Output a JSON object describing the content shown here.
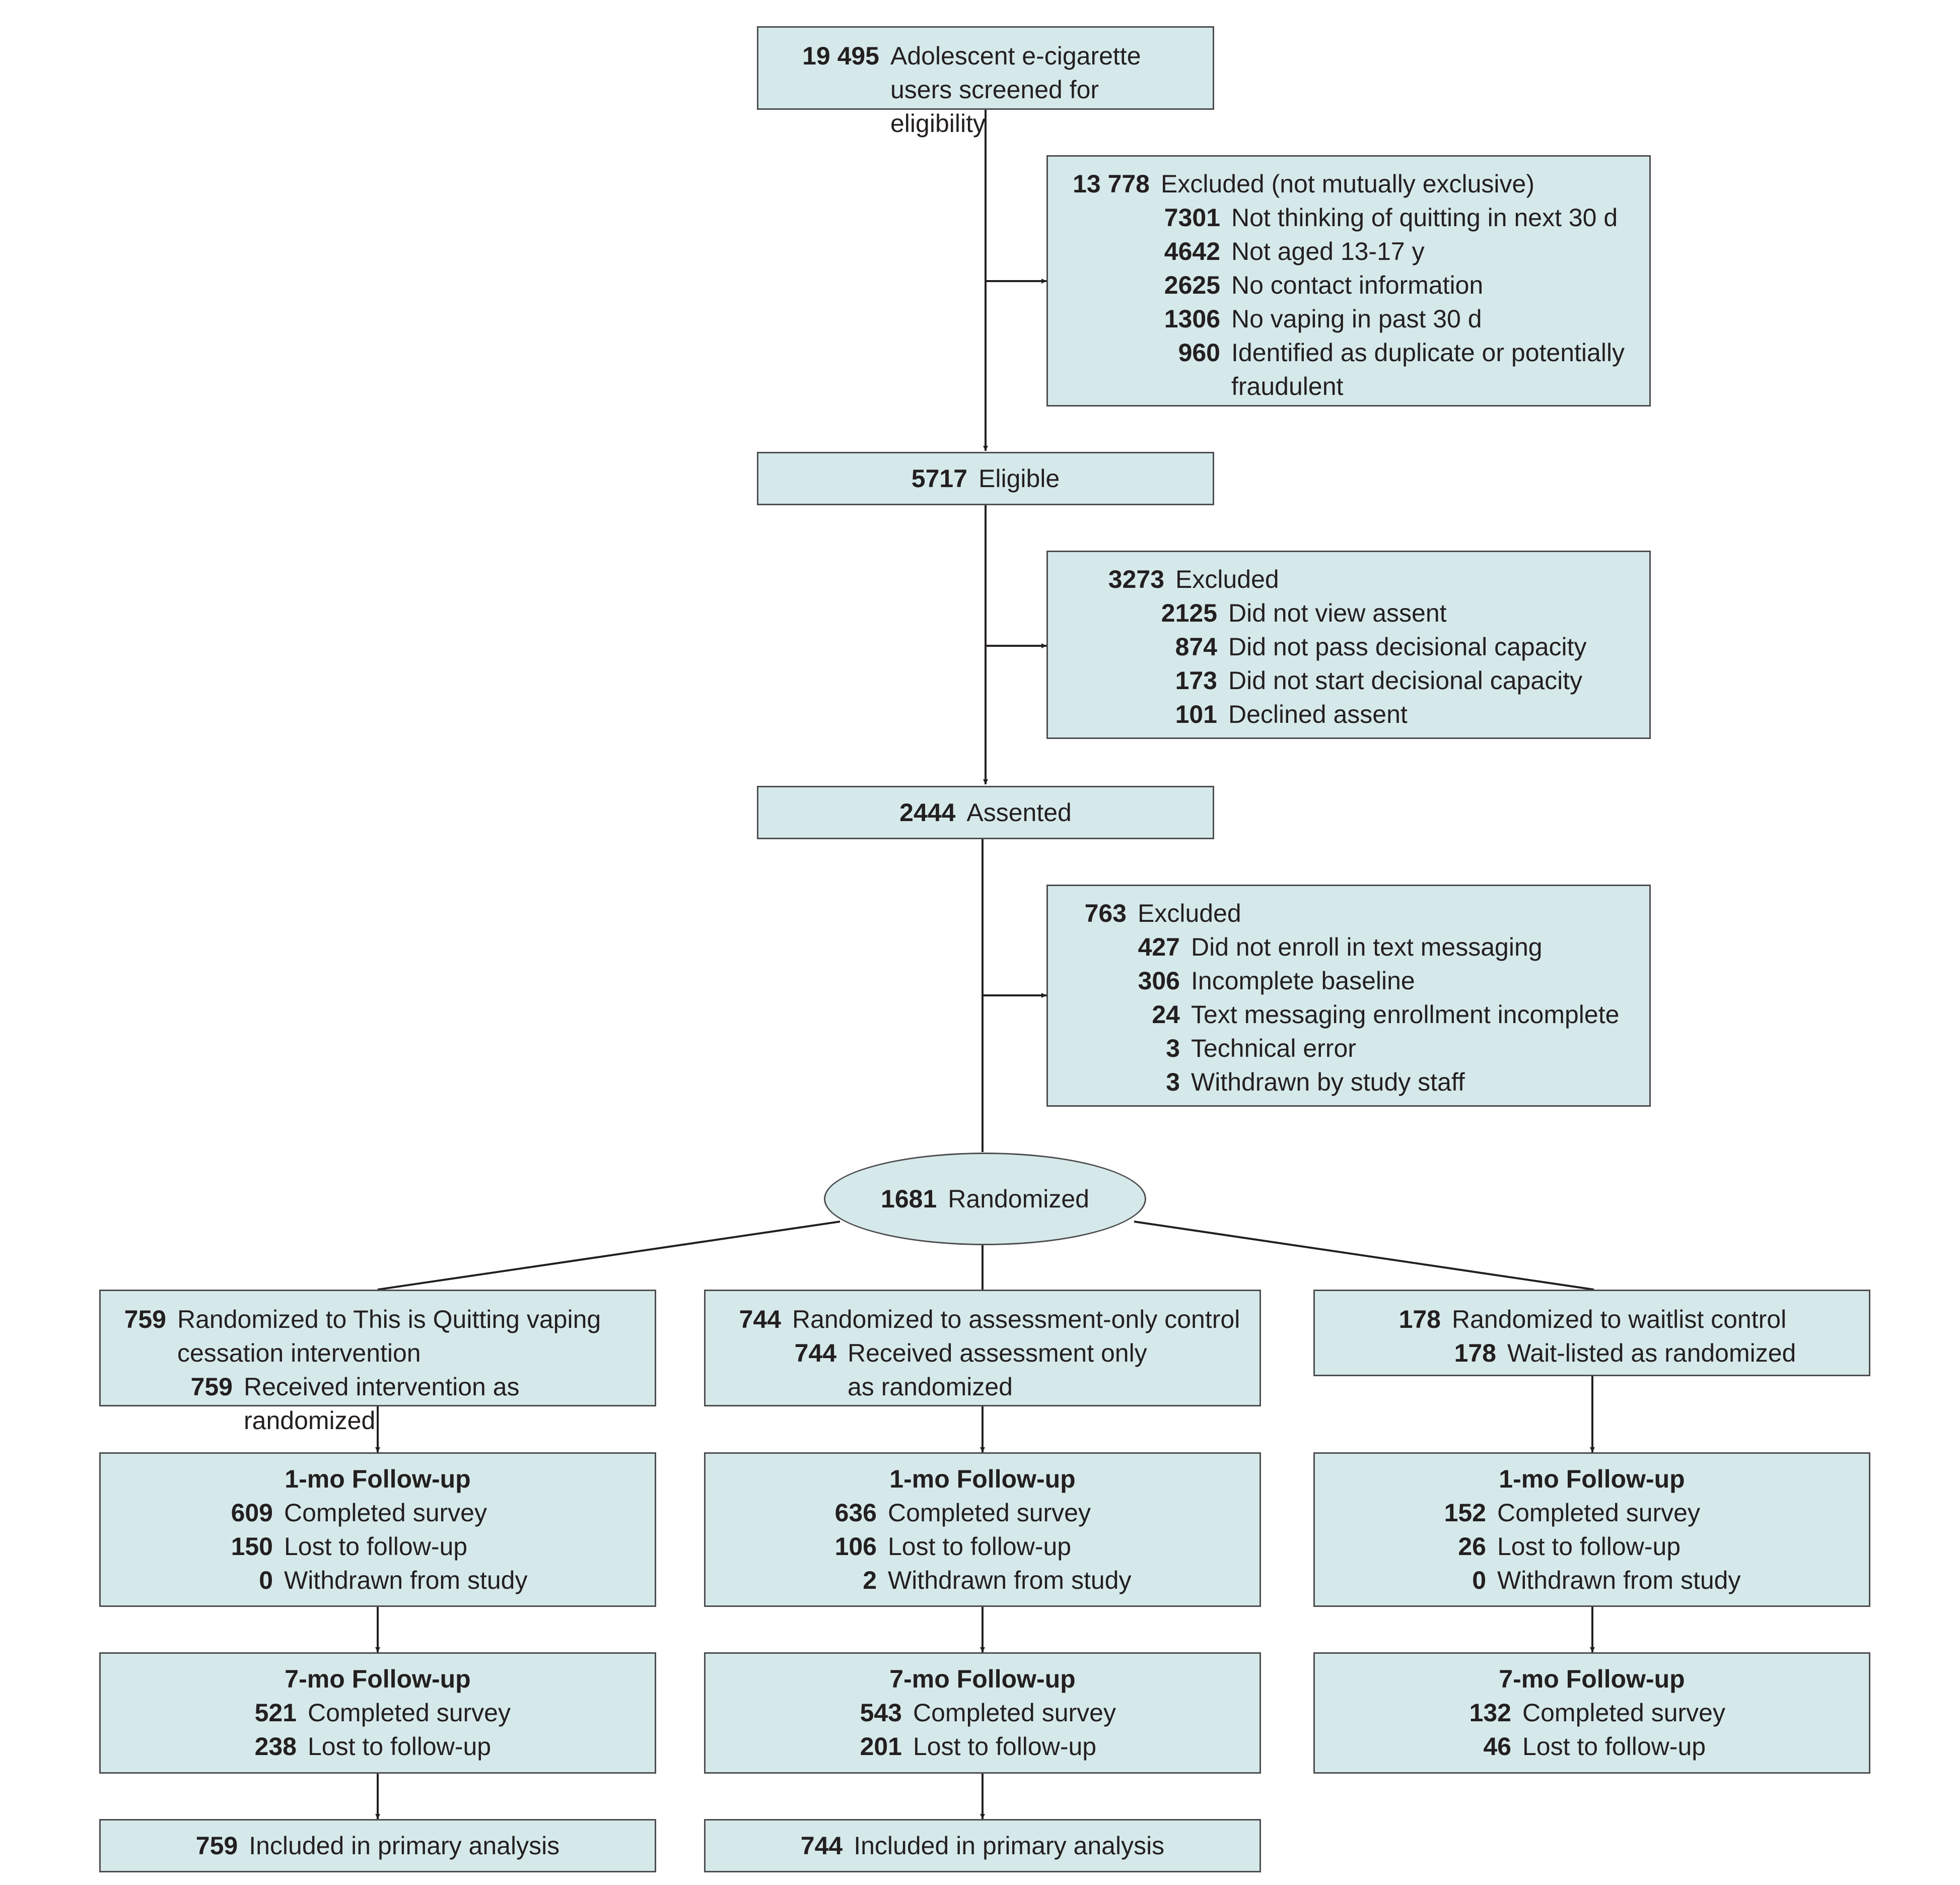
{
  "screened": {
    "n": "19 495",
    "label": "Adolescent e-cigarette users screened for eligibility"
  },
  "excluded1": {
    "n": "13 778",
    "label": "Excluded (not mutually exclusive)",
    "items": [
      {
        "n": "7301",
        "label": "Not thinking of quitting in next 30 d"
      },
      {
        "n": "4642",
        "label": "Not aged 13-17 y"
      },
      {
        "n": "2625",
        "label": "No contact information"
      },
      {
        "n": "1306",
        "label": "No vaping in past 30 d"
      },
      {
        "n": "960",
        "label": "Identified as duplicate or potentially fraudulent"
      }
    ]
  },
  "eligible": {
    "n": "5717",
    "label": "Eligible"
  },
  "excluded2": {
    "n": "3273",
    "label": "Excluded",
    "items": [
      {
        "n": "2125",
        "label": "Did not view assent"
      },
      {
        "n": "874",
        "label": "Did not pass decisional capacity"
      },
      {
        "n": "173",
        "label": "Did not start decisional capacity"
      },
      {
        "n": "101",
        "label": "Declined assent"
      }
    ]
  },
  "assented": {
    "n": "2444",
    "label": "Assented"
  },
  "excluded3": {
    "n": "763",
    "label": "Excluded",
    "items": [
      {
        "n": "427",
        "label": "Did not enroll in text messaging"
      },
      {
        "n": "306",
        "label": "Incomplete baseline"
      },
      {
        "n": "24",
        "label": "Text messaging enrollment incomplete"
      },
      {
        "n": "3",
        "label": "Technical error"
      },
      {
        "n": "3",
        "label": "Withdrawn by study staff"
      }
    ]
  },
  "randomized": {
    "n": "1681",
    "label": "Randomized"
  },
  "arms": [
    {
      "alloc": [
        {
          "n": "759",
          "label": "Randomized to This is Quitting vaping cessation intervention"
        },
        {
          "n": "759",
          "label": "Received intervention as randomized"
        }
      ],
      "fu1": {
        "title": "1-mo Follow-up",
        "items": [
          {
            "n": "609",
            "label": "Completed survey"
          },
          {
            "n": "150",
            "label": "Lost to follow-up"
          },
          {
            "n": "0",
            "label": "Withdrawn from study"
          }
        ]
      },
      "fu7": {
        "title": "7-mo Follow-up",
        "items": [
          {
            "n": "521",
            "label": "Completed survey"
          },
          {
            "n": "238",
            "label": "Lost to follow-up"
          }
        ]
      },
      "analysis": {
        "n": "759",
        "label": "Included in primary analysis"
      }
    },
    {
      "alloc": [
        {
          "n": "744",
          "label": "Randomized to assessment-only control"
        },
        {
          "n": "744",
          "label": "Received assessment only as randomized"
        }
      ],
      "fu1": {
        "title": "1-mo Follow-up",
        "items": [
          {
            "n": "636",
            "label": "Completed survey"
          },
          {
            "n": "106",
            "label": "Lost to follow-up"
          },
          {
            "n": "2",
            "label": "Withdrawn from study"
          }
        ]
      },
      "fu7": {
        "title": "7-mo Follow-up",
        "items": [
          {
            "n": "543",
            "label": "Completed survey"
          },
          {
            "n": "201",
            "label": "Lost to follow-up"
          }
        ]
      },
      "analysis": {
        "n": "744",
        "label": "Included in primary analysis"
      }
    },
    {
      "alloc": [
        {
          "n": "178",
          "label": "Randomized to waitlist control"
        },
        {
          "n": "178",
          "label": "Wait-listed as randomized"
        }
      ],
      "fu1": {
        "title": "1-mo Follow-up",
        "items": [
          {
            "n": "152",
            "label": "Completed survey"
          },
          {
            "n": "26",
            "label": "Lost to follow-up"
          },
          {
            "n": "0",
            "label": "Withdrawn from study"
          }
        ]
      },
      "fu7": {
        "title": "7-mo Follow-up",
        "items": [
          {
            "n": "132",
            "label": "Completed survey"
          },
          {
            "n": "46",
            "label": "Lost to follow-up"
          }
        ]
      }
    }
  ]
}
